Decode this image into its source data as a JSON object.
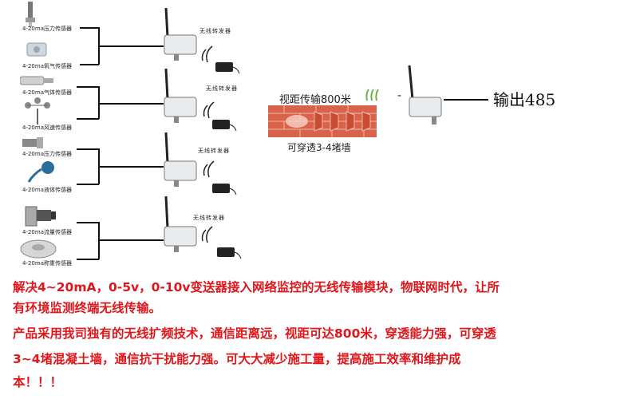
{
  "sensors": [
    {
      "label": "4-20ma压力传感器",
      "icon": "pressure-sensor-icon"
    },
    {
      "label": "4-20ma氧气传感器",
      "icon": "oxygen-sensor-icon"
    },
    {
      "label": "4-20ma气体传感器",
      "icon": "gas-sensor-icon"
    },
    {
      "label": "4-20ma风速传感器",
      "icon": "wind-speed-sensor-icon"
    },
    {
      "label": "4-20ma压力传感器",
      "icon": "pressure-sensor-icon"
    },
    {
      "label": "4-20ma液体传感器",
      "icon": "liquid-sensor-icon"
    },
    {
      "label": "4-20ma流量传感器",
      "icon": "flow-sensor-icon"
    },
    {
      "label": "4-20ma称重传感器",
      "icon": "load-cell-icon"
    }
  ],
  "transmitters": [
    {
      "label": "无线转发器"
    },
    {
      "label": "无线转发器"
    },
    {
      "label": "无线转发器"
    },
    {
      "label": "无线转发器"
    }
  ],
  "center": {
    "range_label": "视距传输800米",
    "wall_label": "可穿透3-4堵墙",
    "dash": "-"
  },
  "output": {
    "label": "输出485"
  },
  "description": {
    "line1": "解决4~20mA，0-5v，0-10v变送器接入网络监控的无线传输模块，物联网时代，让所",
    "line2": "有环境监测终端无线传输。",
    "line3": "产品采用我司独有的无线扩频技术，通信距离远，视距可达800米，穿透能力强，可穿透",
    "line4": "3~4堵混凝土墙，通信抗干扰能力强。可大大减少施工量，提高施工效率和维护成",
    "line5": "本！！！"
  },
  "colors": {
    "description_text": "#e0161b",
    "wall": "#d9634a",
    "signal_waves": "#6ab04c",
    "line": "#111111"
  }
}
